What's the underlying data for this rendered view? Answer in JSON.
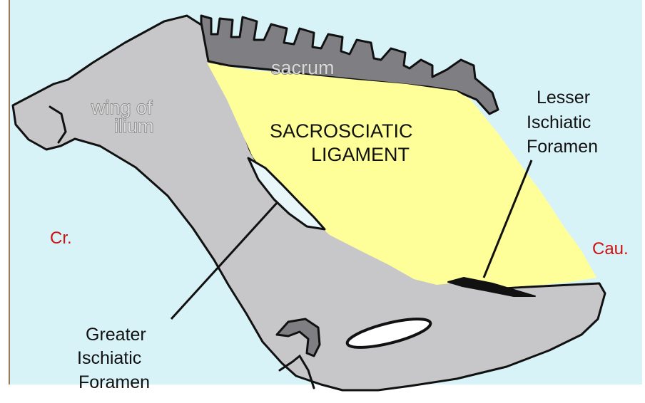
{
  "colors": {
    "background": "#d8f3f8",
    "bone": "#c7c7c9",
    "sacrum": "#7f7f83",
    "ligament": "#ffff99",
    "outline": "#111111",
    "direction_label": "#cc1111"
  },
  "labels": {
    "sacrum": "sacrum",
    "wing_of_ilium_line1": "wing of",
    "wing_of_ilium_line2": "ilium",
    "ligament_line1": "SACROSCIATIC",
    "ligament_line2": "LIGAMENT",
    "lesser_line1": "Lesser",
    "lesser_line2": "Ischiatic",
    "lesser_line3": "Foramen",
    "greater_line1": "Greater",
    "greater_line2": "Ischiatic",
    "greater_line3": "Foramen",
    "cranial": "Cr.",
    "caudal": "Cau."
  }
}
